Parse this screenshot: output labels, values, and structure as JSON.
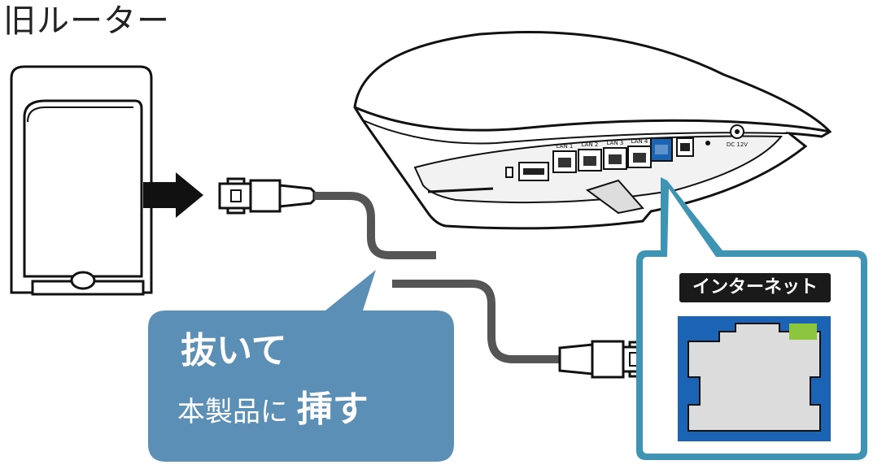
{
  "title": "旧ルーター",
  "instruction": {
    "unplug": "抜いて",
    "plug_prefix": "本製品に",
    "plug_action": "挿す"
  },
  "port_label": "インターネット",
  "router_ports": {
    "lan1": "LAN 1",
    "lan2": "LAN 2",
    "lan3": "LAN 3",
    "lan4": "LAN 4",
    "power": "DC 12V"
  },
  "colors": {
    "callout_blue": "#5b8fb5",
    "port_frame_teal": "#3f94b4",
    "port_fill_blue": "#1a63b5",
    "port_led_green": "#8cc63f",
    "cable_gray": "#555555"
  }
}
